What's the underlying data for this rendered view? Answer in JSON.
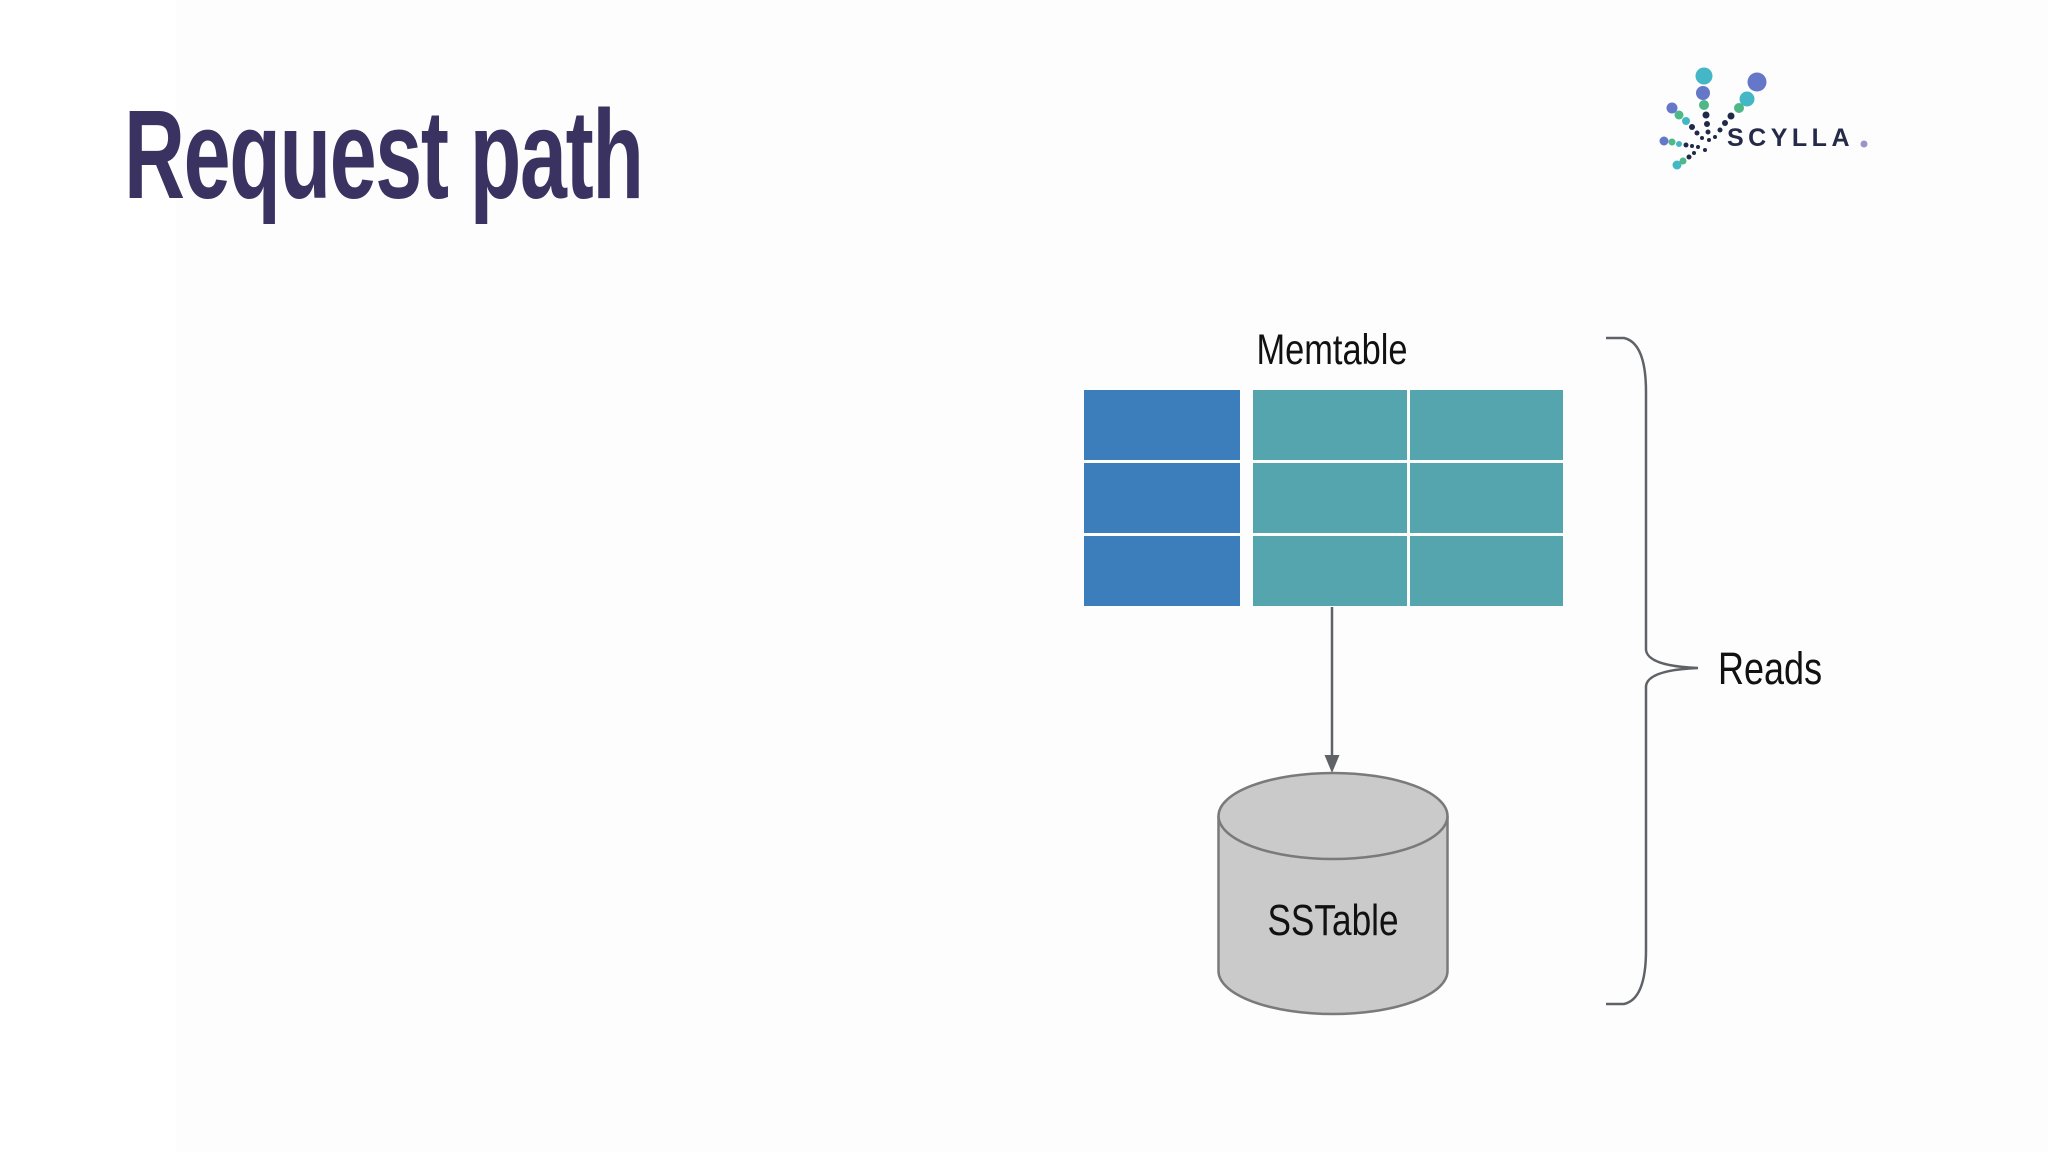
{
  "colors": {
    "bg": "#fdfdfd",
    "title": "#3a3261",
    "label": "#111111",
    "memtable-key": "#3c7ebc",
    "memtable-value": "#55a5ae",
    "cyl-fill": "#cacaca",
    "cyl-stroke": "#7a7a7a",
    "line": "#5f6368",
    "logo-teal": "#44b7c7",
    "logo-purple": "#6577c8",
    "logo-green": "#4eb888",
    "logo-navy": "#1e2a47",
    "logo-text": "#252a49",
    "logo-dot": "#9a94c8"
  },
  "slide": {
    "title": "Request path"
  },
  "logo": {
    "brand": "SCYLLA"
  },
  "diagram": {
    "memtable_label": "Memtable",
    "sstable_label": "SSTable",
    "reads_label": "Reads",
    "memtable_grid": {
      "rows": 3,
      "key_columns": 1,
      "value_columns": 2
    }
  }
}
